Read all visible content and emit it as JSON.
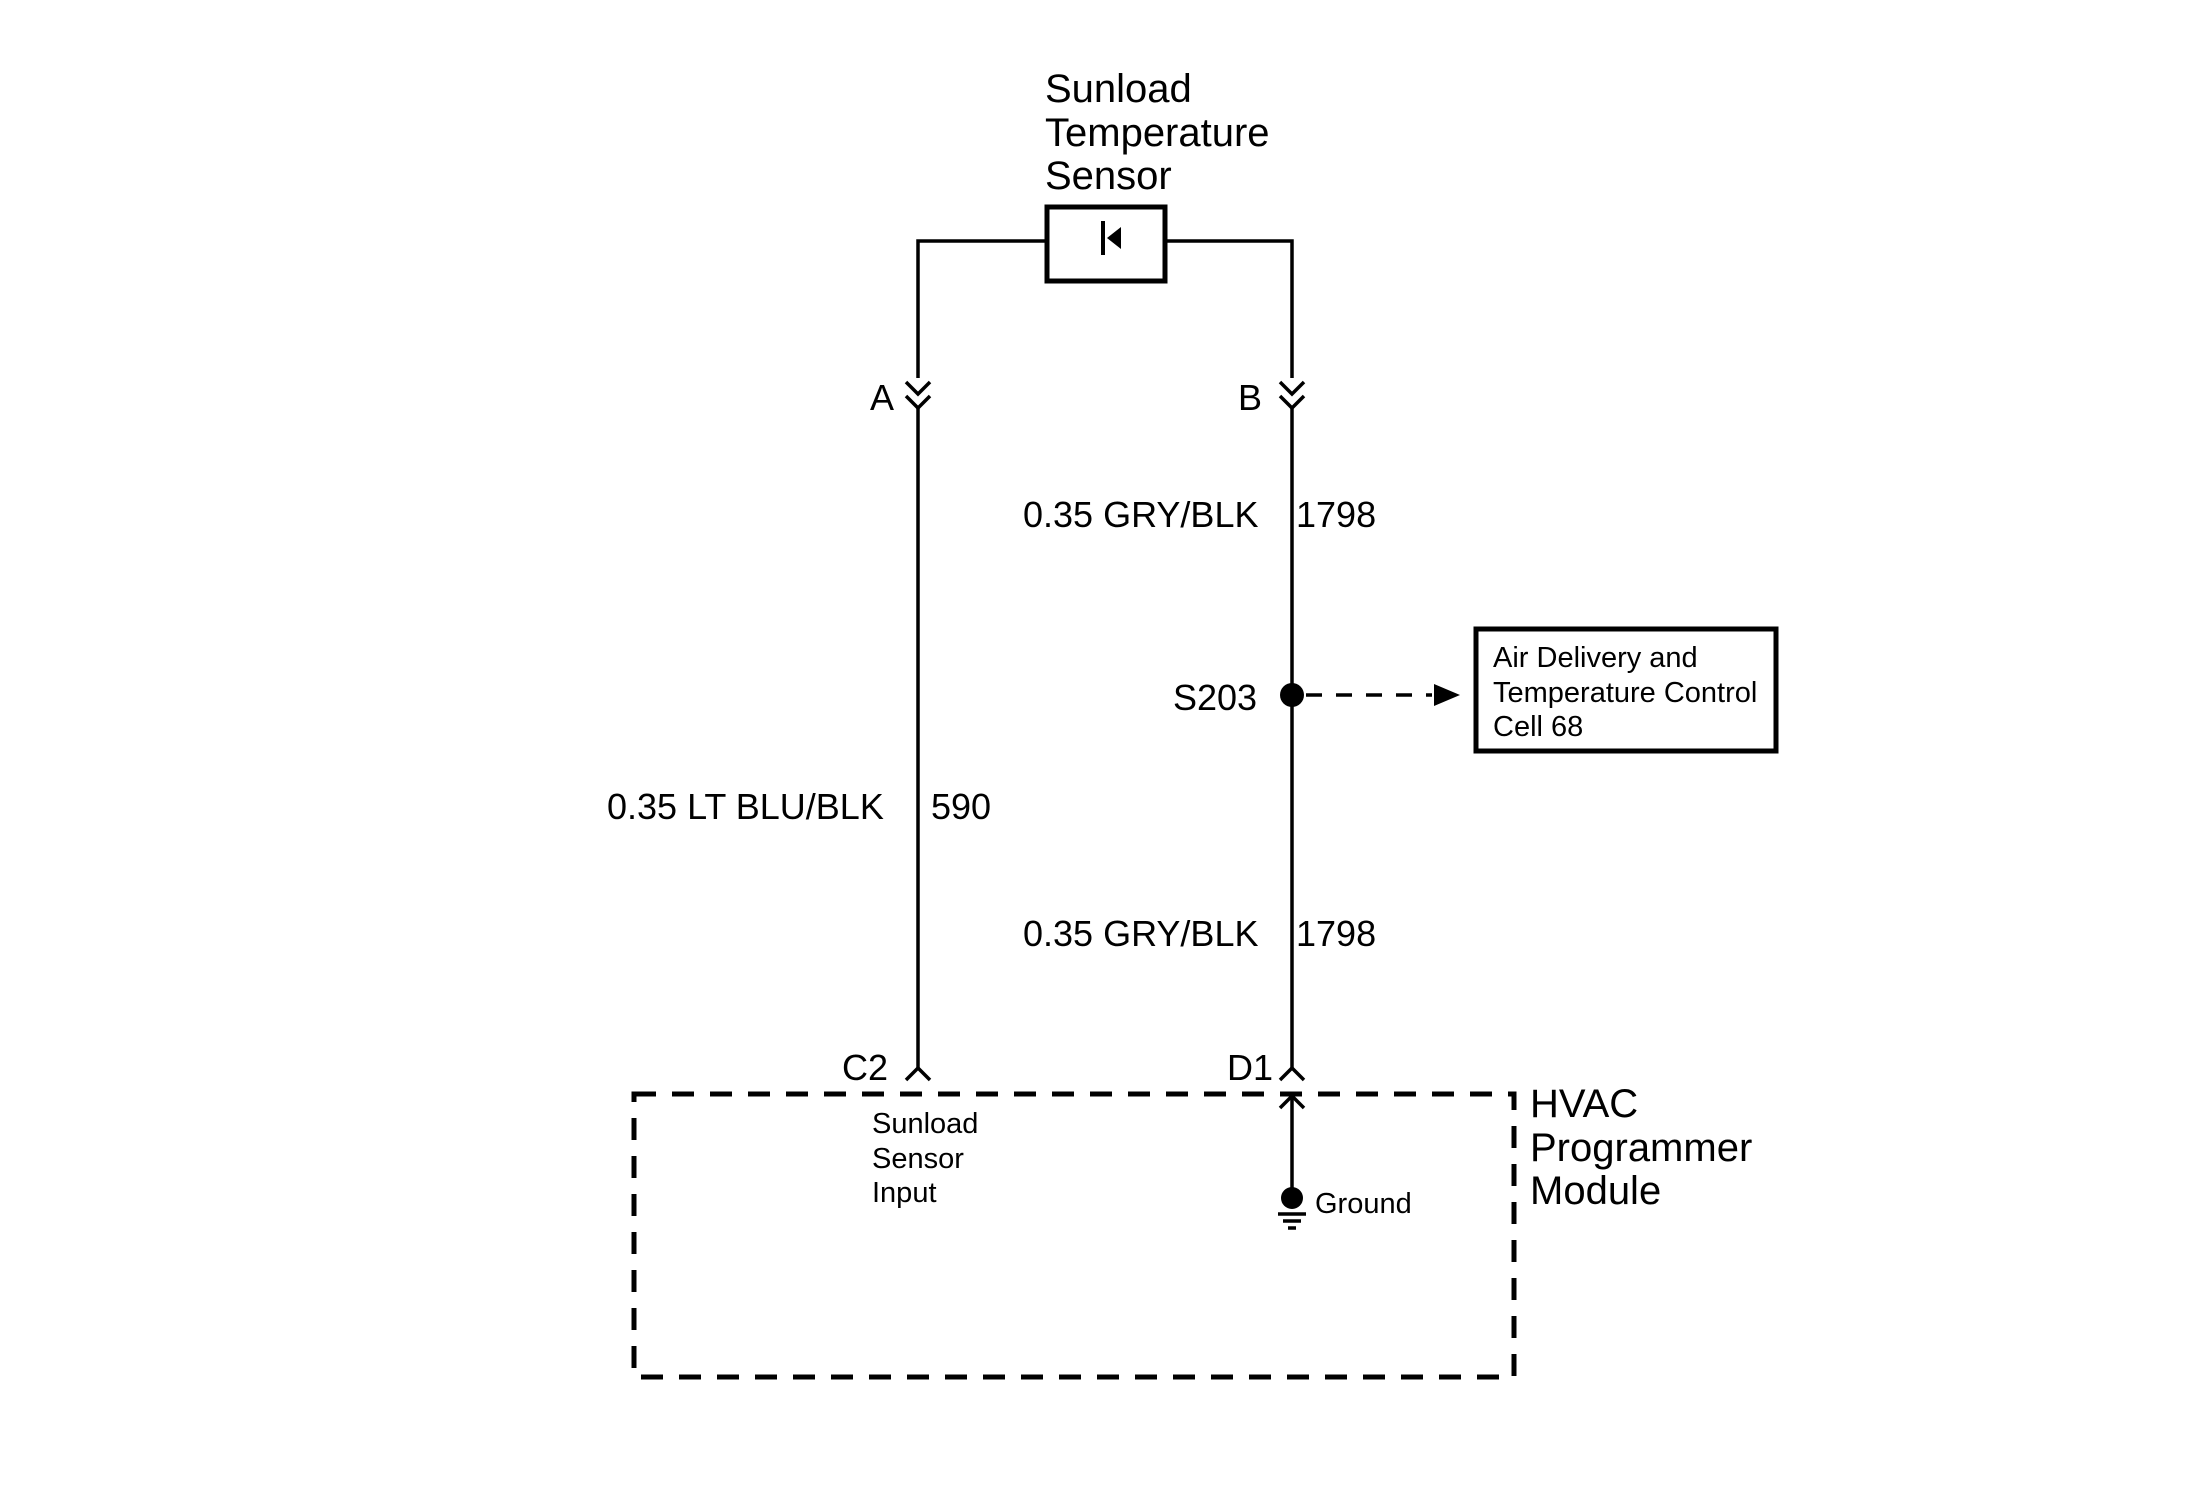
{
  "sensor": {
    "title_line1": "Sunload",
    "title_line2": "Temperature",
    "title_line3": "Sensor"
  },
  "connectors": {
    "a": "A",
    "b": "B",
    "c2": "C2",
    "d1": "D1"
  },
  "wires": {
    "b_upper": {
      "label": "0.35 GRY/BLK",
      "circuit": "1798"
    },
    "b_lower": {
      "label": "0.35 GRY/BLK",
      "circuit": "1798"
    },
    "a": {
      "label": "0.35 LT BLU/BLK",
      "circuit": "590"
    }
  },
  "splice": {
    "id": "S203"
  },
  "reference_box": {
    "line1": "Air Delivery and",
    "line2": "Temperature Control",
    "line3": "Cell 68"
  },
  "module": {
    "title_line1": "HVAC",
    "title_line2": "Programmer",
    "title_line3": "Module",
    "input_line1": "Sunload",
    "input_line2": "Sensor",
    "input_line3": "Input",
    "ground_label": "Ground"
  }
}
